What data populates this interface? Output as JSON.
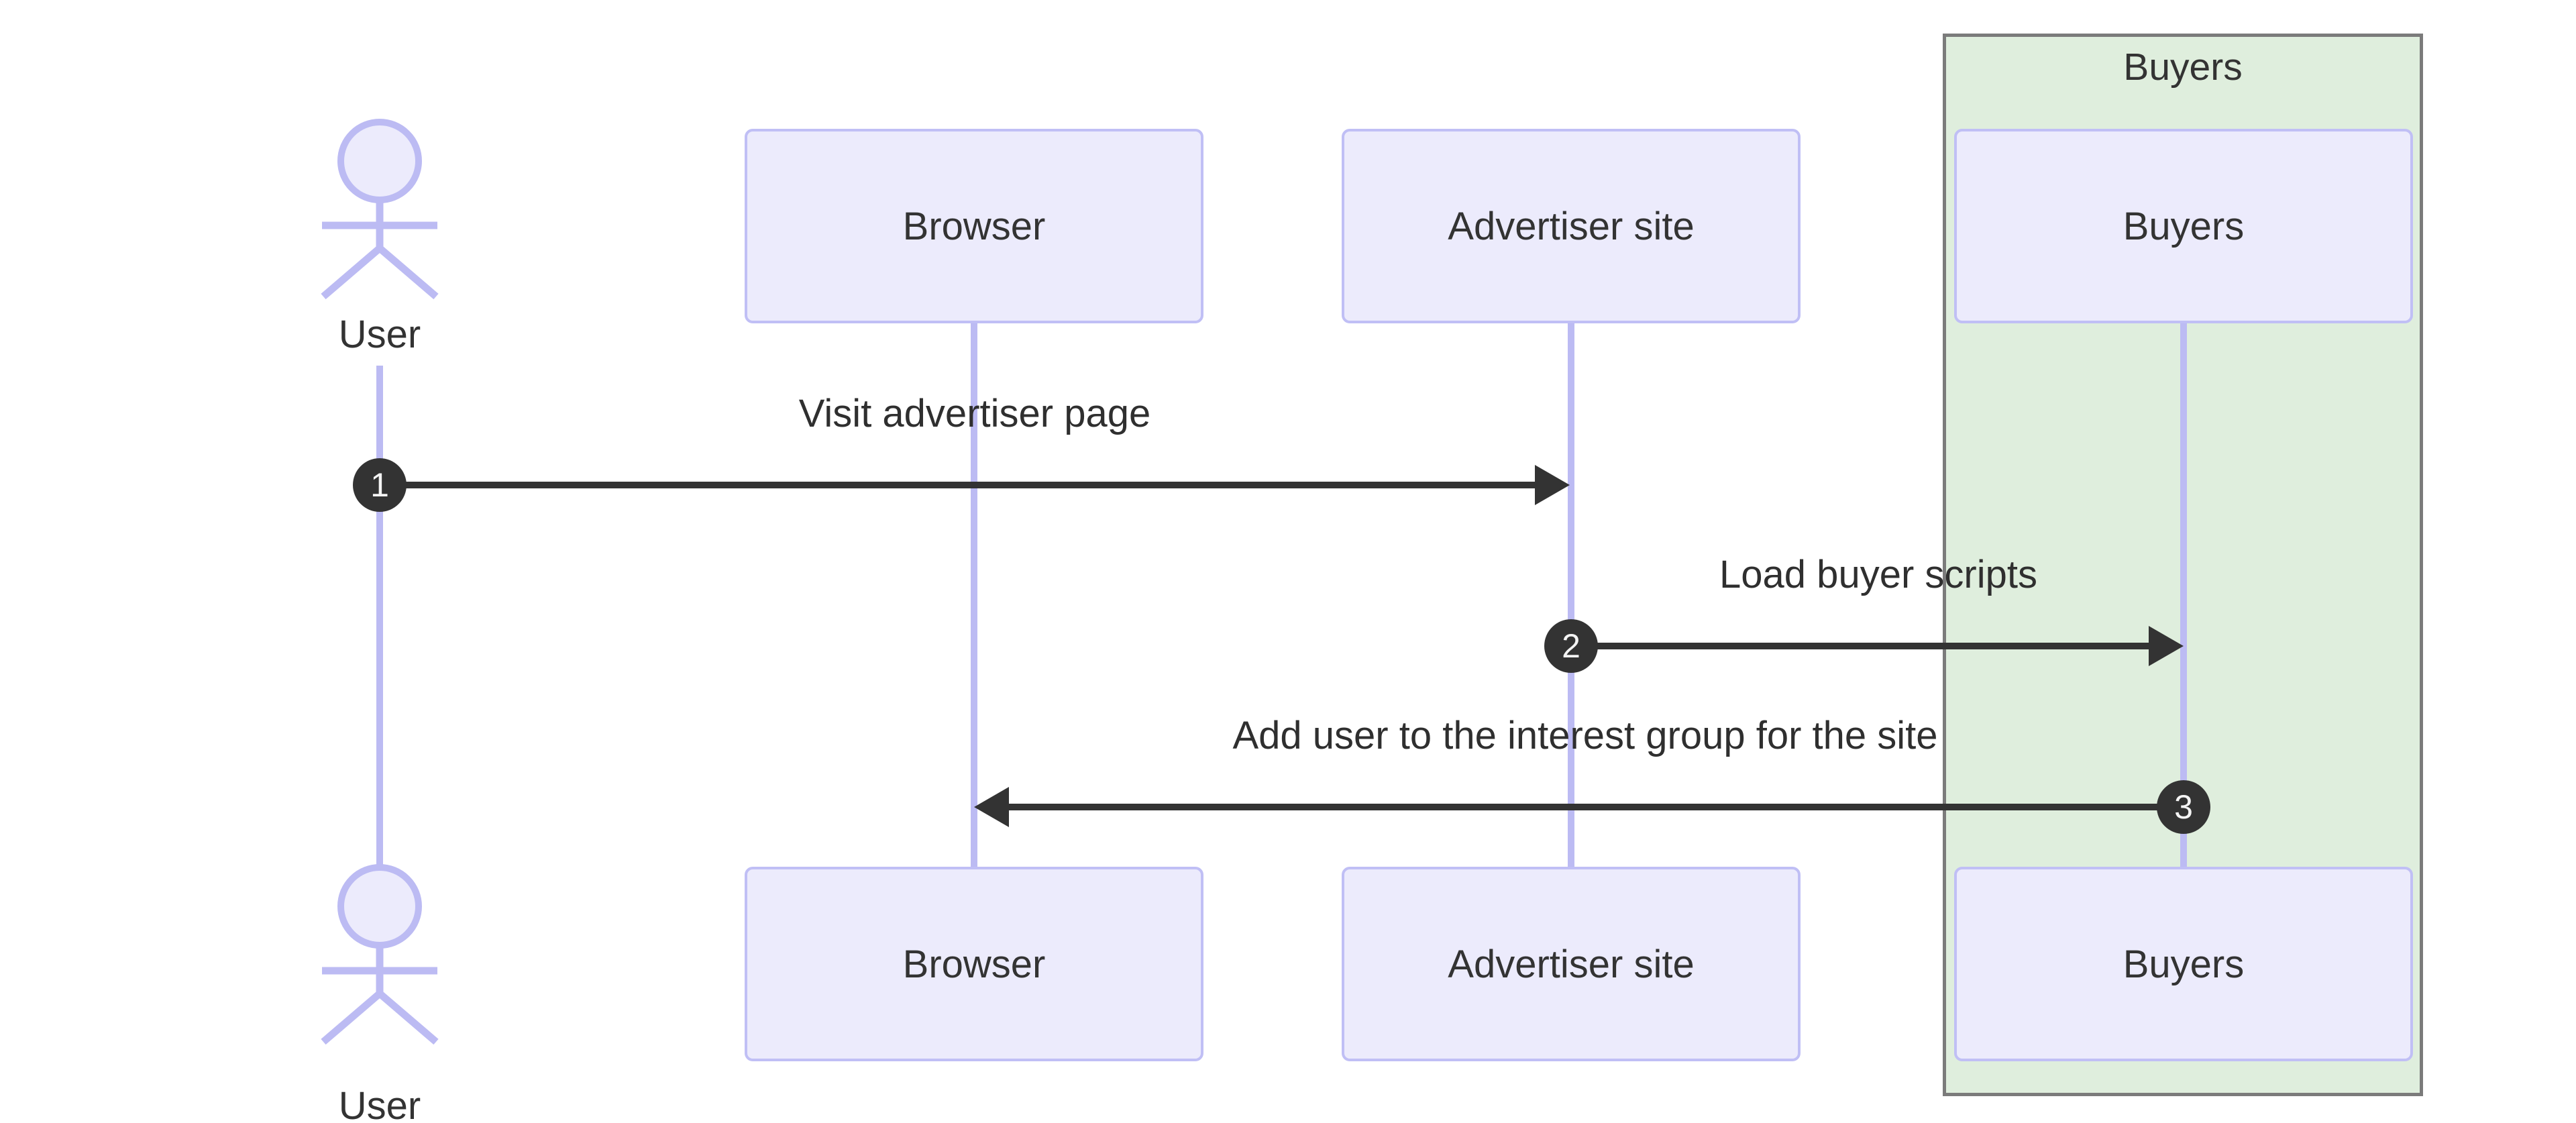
{
  "group": {
    "label": "Buyers"
  },
  "actors": {
    "user": {
      "label": "User"
    }
  },
  "participants": [
    {
      "label": "Browser"
    },
    {
      "label": "Advertiser site"
    },
    {
      "label": "Buyers"
    }
  ],
  "messages": [
    {
      "number": "1",
      "label": "Visit advertiser page",
      "from": "User",
      "to": "Advertiser site",
      "direction": "right"
    },
    {
      "number": "2",
      "label": "Load buyer scripts",
      "from": "Advertiser site",
      "to": "Buyers",
      "direction": "right"
    },
    {
      "number": "3",
      "label": "Add user to the interest group for the site",
      "from": "Buyers",
      "to": "Browser",
      "direction": "left"
    }
  ],
  "colors": {
    "participant_fill": "#ecebfc",
    "participant_border": "#c0bff5",
    "lifeline": "#bcbbf3",
    "group_fill": "#dfeedd",
    "group_border": "#7b7b7b",
    "message": "#333333",
    "number_badge_fill": "#333333",
    "number_badge_text": "#f4f4f4",
    "text": "#333333"
  }
}
